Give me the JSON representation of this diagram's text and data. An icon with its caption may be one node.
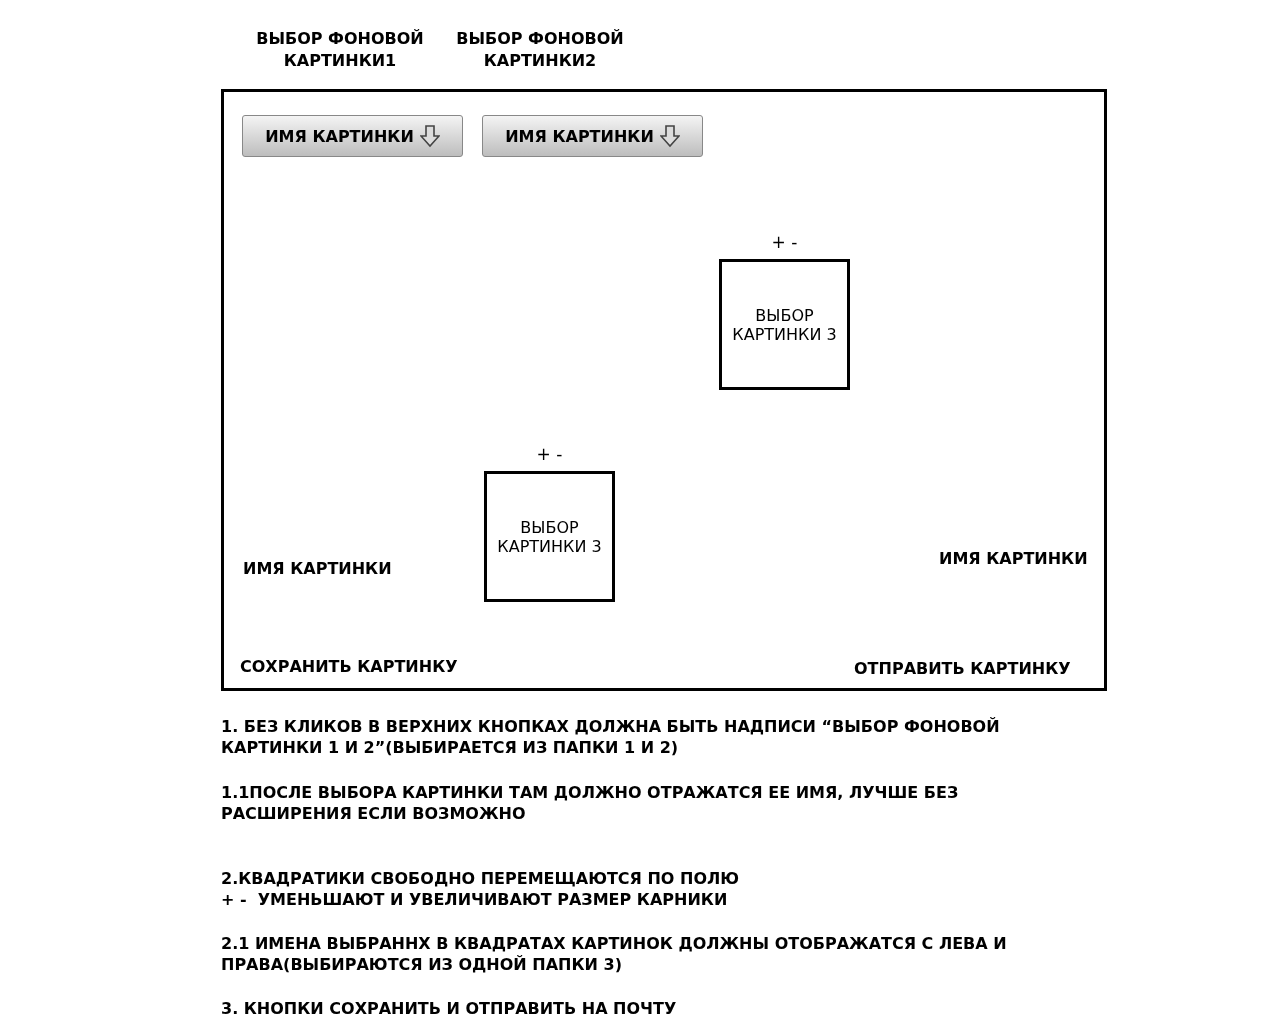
{
  "diagram": {
    "nodes": [
      {
        "text": [],
        "shape": "box"
      },
      {
        "text": [
          "ИМЯ КАРТИНКИ"
        ],
        "in": 0
      },
      {
        "text": [
          "ИМЯ КАРТИНКИ"
        ],
        "in": 0
      },
      {
        "text": [
          "ВЫБОР КАРТИНКИ 3"
        ],
        "in": 0,
        "beside": [
          "+ -"
        ]
      },
      {
        "text": [
          "ВЫБОР КАРТИНКИ 3"
        ],
        "in": 0,
        "beside": [
          "+ -"
        ]
      }
    ],
    "edges": [],
    "labels": [
      "ВЫБОР ФОНОВОЙ КАРТИНКИ1",
      "ВЫБОР ФОНОВОЙ КАРТИНКИ2",
      "ИМЯ КАРТИНКИ",
      "ИМЯ КАРТИНКИ",
      "СОХРАНИТЬ КАРТИНКУ",
      "ОТПРАВИТЬ КАРТИНКУ",
      "1. БЕЗ КЛИКОВ В ВЕРХНИХ КНОПКАХ ДОЛЖНА БЫТЬ НАДПИСИ “ВЫБОР ФОНОВОЙ КАРТИНКИ 1 И 2”(ВЫБИРАЕТСЯ ИЗ ПАПКИ 1 И 2)",
      "1.1ПОСЛЕ ВЫБОРА КАРТИНКИ ТАМ ДОЛЖНО ОТРАЖАТСЯ ЕЕ ИМЯ, ЛУЧШЕ БЕЗ РАСШИРЕНИЯ ЕСЛИ ВОЗМОЖНО",
      "2.КВАДРАТИКИ СВОБОДНО ПЕРЕМЕЩАЮТСЯ ПО ПОЛЮ",
      "+ -  УМЕНЬШАЮТ И УВЕЛИЧИВАЮТ РАЗМЕР КАРНИКИ",
      "2.1 ИМЕНА ВЫБРАННХ В КВАДРАТАХ КАРТИНОК ДОЛЖНЫ ОТОБРАЖАТСЯ С ЛЕВА И ПРАВА(ВЫБИРАЮТСЯ ИЗ ОДНОЙ ПАПКИ 3)",
      "3. КНОПКИ СОХРАНИТЬ И ОТПРАВИТЬ НА ПОЧТУ"
    ]
  }
}
